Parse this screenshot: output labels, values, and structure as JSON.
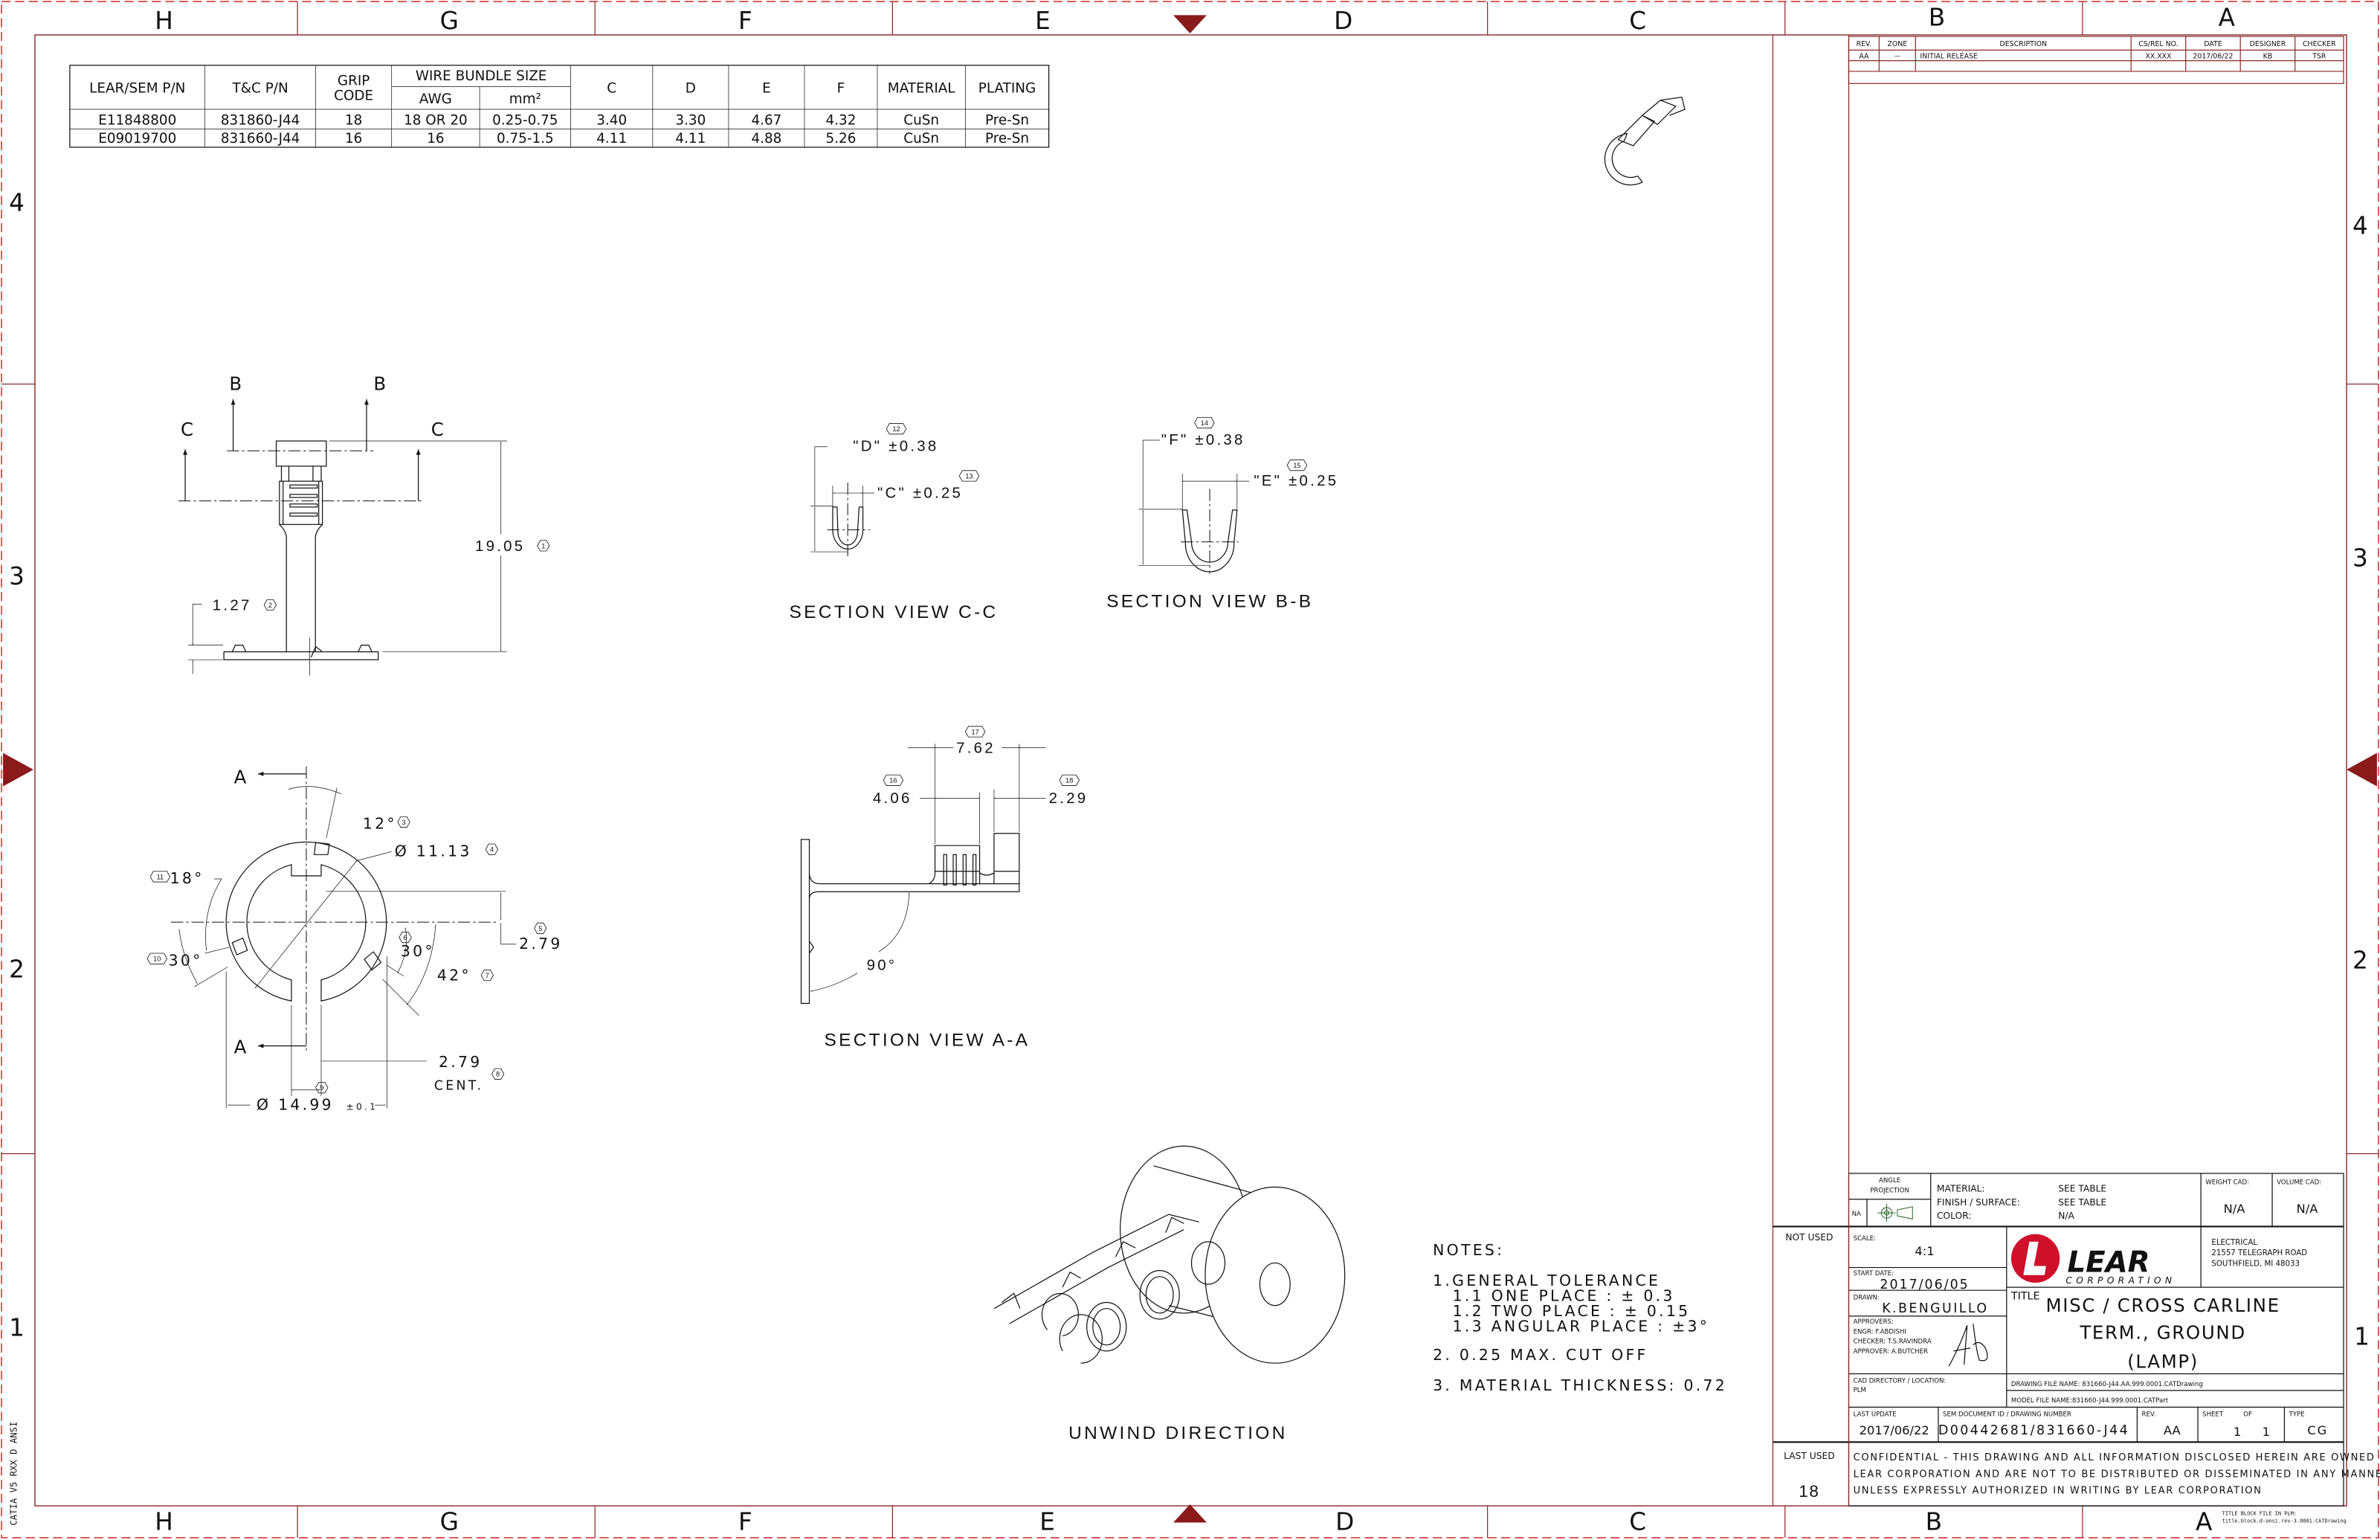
{
  "frame": {
    "zones_top": [
      "H",
      "G",
      "F",
      "E",
      "D",
      "C",
      "B",
      "A"
    ],
    "zones_side": [
      "4",
      "3",
      "2",
      "1"
    ],
    "side_text": "CATIA V5 RXX D ANSI",
    "title_block_file_line1": "TITLE BLOCK FILE IN PLM:",
    "title_block_file_line2": "title.block.d-ansi.rev-3.0001.CATDrawing"
  },
  "parts_table": {
    "headers": {
      "lear_pn": "LEAR/SEM P/N",
      "tc_pn": "T&C P/N",
      "grip_1": "GRIP",
      "grip_2": "CODE",
      "wire_bundle": "WIRE BUNDLE SIZE",
      "awg": "AWG",
      "mm2": "mm²",
      "c": "C",
      "d": "D",
      "e": "E",
      "f": "F",
      "material": "MATERIAL",
      "plating": "PLATING"
    },
    "rows": [
      {
        "cells": [
          "E11848800",
          "831860-J44",
          "18",
          "18 OR 20",
          "0.25-0.75",
          "3.40",
          "3.30",
          "4.67",
          "4.32",
          "CuSn",
          "Pre-Sn"
        ]
      },
      {
        "cells": [
          "E09019700",
          "831660-J44",
          "16",
          "16",
          "0.75-1.5",
          "4.11",
          "4.11",
          "4.88",
          "5.26",
          "CuSn",
          "Pre-Sn"
        ]
      }
    ]
  },
  "revision_block": {
    "headers": [
      "REV.",
      "ZONE",
      "DESCRIPTION",
      "CS/REL NO.",
      "DATE",
      "DESIGNER",
      "CHECKER"
    ],
    "rows": [
      {
        "cells": [
          "AA",
          "--",
          "INITIAL RELEASE",
          "XX.XXX",
          "2017/06/22",
          "KB",
          "TSR"
        ]
      }
    ]
  },
  "side_view": {
    "section_b": "B",
    "section_c": "C",
    "dim_height": "19.05",
    "dim_height_ref": "1",
    "dim_base": "1.27",
    "dim_base_ref": "2"
  },
  "top_view": {
    "section_a": "A",
    "dim_12": "12°",
    "dim_12_ref": "3",
    "dim_11_13": "Ø 11.13",
    "dim_11_13_ref": "4",
    "dim_2_79_side": "2.79",
    "dim_2_79_side_ref": "5",
    "dim_30_right": "30°",
    "dim_30_right_ref": "6",
    "dim_42": "42°",
    "dim_42_ref": "7",
    "dim_2_79": "2.79",
    "dim_cent": "CENT.",
    "dim_2_79_ref": "8",
    "dim_14_99": "Ø 14.99",
    "dim_14_99_tol": "±0.1",
    "dim_14_99_ref": "9",
    "dim_30_left": "30°",
    "dim_30_left_ref": "10",
    "dim_18": "18°",
    "dim_18_ref": "11"
  },
  "section_cc": {
    "title": "SECTION VIEW C-C",
    "dim_d": "\"D\" ±0.38",
    "dim_d_ref": "12",
    "dim_c": "\"C\" ±0.25",
    "dim_c_ref": "13"
  },
  "section_bb": {
    "title": "SECTION VIEW B-B",
    "dim_f": "\"F\" ±0.38",
    "dim_f_ref": "14",
    "dim_e": "\"E\" ±0.25",
    "dim_e_ref": "15"
  },
  "section_aa": {
    "title": "SECTION VIEW A-A",
    "dim_4_06": "4.06",
    "dim_4_06_ref": "16",
    "dim_7_62": "7.62",
    "dim_7_62_ref": "17",
    "dim_2_29": "2.29",
    "dim_2_29_ref": "18",
    "dim_90": "90°"
  },
  "unwind": {
    "label": "UNWIND DIRECTION"
  },
  "notes": {
    "heading": "NOTES:",
    "lines": [
      "1.GENERAL TOLERANCE",
      "1.1 ONE PLACE : ± 0.3",
      "1.2 TWO PLACE : ± 0.15",
      "1.3 ANGULAR PLACE : ±3°",
      "2. 0.25 MAX. CUT OFF",
      "3. MATERIAL THICKNESS: 0.72"
    ]
  },
  "title_block": {
    "not_used": "NOT USED",
    "last_used_label": "LAST USED",
    "last_used_value": "18",
    "angle_projection_1": "ANGLE",
    "angle_projection_2": "PROJECTION",
    "angle_projection_value": "NA",
    "material_label": "MATERIAL:",
    "material_value": "SEE TABLE",
    "finish_label": "FINISH / SURFACE:",
    "finish_value": "SEE TABLE",
    "color_label": "COLOR:",
    "color_value": "N/A",
    "weight_label": "WEIGHT CAD:",
    "weight_value": "N/A",
    "volume_label": "VOLUME CAD:",
    "volume_value": "N/A",
    "scale_label": "SCALE:",
    "scale_value": "4:1",
    "start_date_label": "START DATE:",
    "start_date_value": "2017/06/05",
    "drawn_label": "DRAWN:",
    "drawn_value": "K.BENGUILLO",
    "approvers_label": "APPROVERS:",
    "approvers": [
      "ENGR: F.ABDISHI",
      "CHECKER: T.S.RAVINDRA",
      "APPROVER: A.BUTCHER"
    ],
    "logo_text": "LEAR",
    "logo_sub": "CORPORATION",
    "address": [
      "ELECTRICAL",
      "21557 TELEGRAPH ROAD",
      "SOUTHFIELD, MI  48033"
    ],
    "title_label": "TITLE",
    "title_lines": [
      "MISC / CROSS CARLINE",
      "TERM., GROUND",
      "(LAMP)"
    ],
    "cad_dir_label": "CAD DIRECTORY / LOCATION:",
    "cad_dir_value": "PLM",
    "drawing_file": "DRAWING FILE NAME: 831660-J44.AA.999.0001.CATDrawing",
    "model_file": "MODEL FILE NAME:831660-J44.999.0001.CATPart",
    "last_update_label": "LAST UPDATE",
    "last_update_value": "2017/06/22",
    "doc_id_label": "SEM DOCUMENT ID / DRAWING NUMBER",
    "doc_id_value": "D00442681/831660-J44",
    "rev_label": "REV.",
    "rev_value": "AA",
    "sheet_label": "SHEET",
    "of_label": "OF",
    "sheet_value": "1",
    "of_value": "1",
    "type_label": "TYPE",
    "type_value": "CG",
    "confidential": [
      "CONFIDENTIAL - THIS DRAWING AND ALL INFORMATION DISCLOSED HEREIN ARE OWNED BY",
      "LEAR CORPORATION AND ARE NOT TO BE DISTRIBUTED OR DISSEMINATED IN ANY MANNER",
      "UNLESS EXPRESSLY AUTHORIZED IN WRITING BY LEAR CORPORATION"
    ]
  },
  "colors": {
    "frame": "#d23a3a",
    "frame_dark": "#8b1a1a",
    "brand": "#d0102a"
  }
}
